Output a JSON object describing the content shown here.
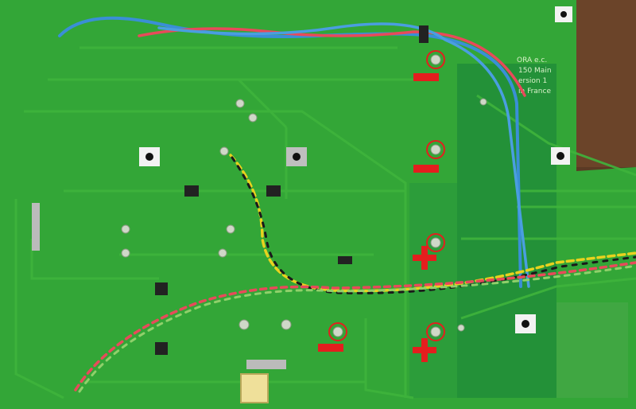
{
  "board": {
    "silkscreen_lines": [
      "ORA e.c.",
      "150 Main",
      "ersion 1",
      "in France"
    ]
  },
  "markers": [
    {
      "symbol": "−",
      "polarity": "negative"
    },
    {
      "symbol": "−",
      "polarity": "negative"
    },
    {
      "symbol": "+",
      "polarity": "positive"
    },
    {
      "symbol": "−",
      "polarity": "negative"
    },
    {
      "symbol": "+",
      "polarity": "positive"
    }
  ],
  "colors": {
    "board_green": "#33a637",
    "board_dark": "#1f8a3a",
    "trace": "#3fb43c",
    "wood": "#5a3a24",
    "marker_red": "#e41e1e",
    "wire_blue": "#3a8fd6",
    "wire_red": "#e84a5a",
    "wire_yellow": "#e8d21e",
    "wire_black": "#1a1a1a",
    "wire_green": "#8fd06a"
  }
}
